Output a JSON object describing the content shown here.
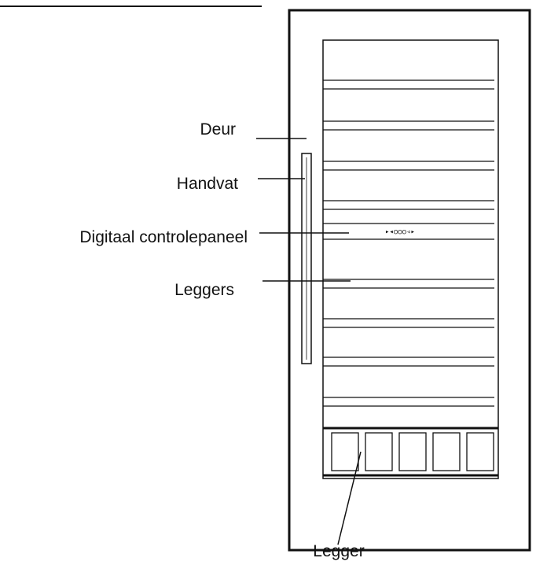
{
  "labels": {
    "deur": "Deur",
    "handvat": "Handvat",
    "paneel": "Digitaal controlepaneel",
    "leggers": "Leggers",
    "legger": "Legger"
  },
  "panel_display": "▸◂○○○◃▸",
  "colors": {
    "line": "#111111",
    "background": "#ffffff"
  }
}
